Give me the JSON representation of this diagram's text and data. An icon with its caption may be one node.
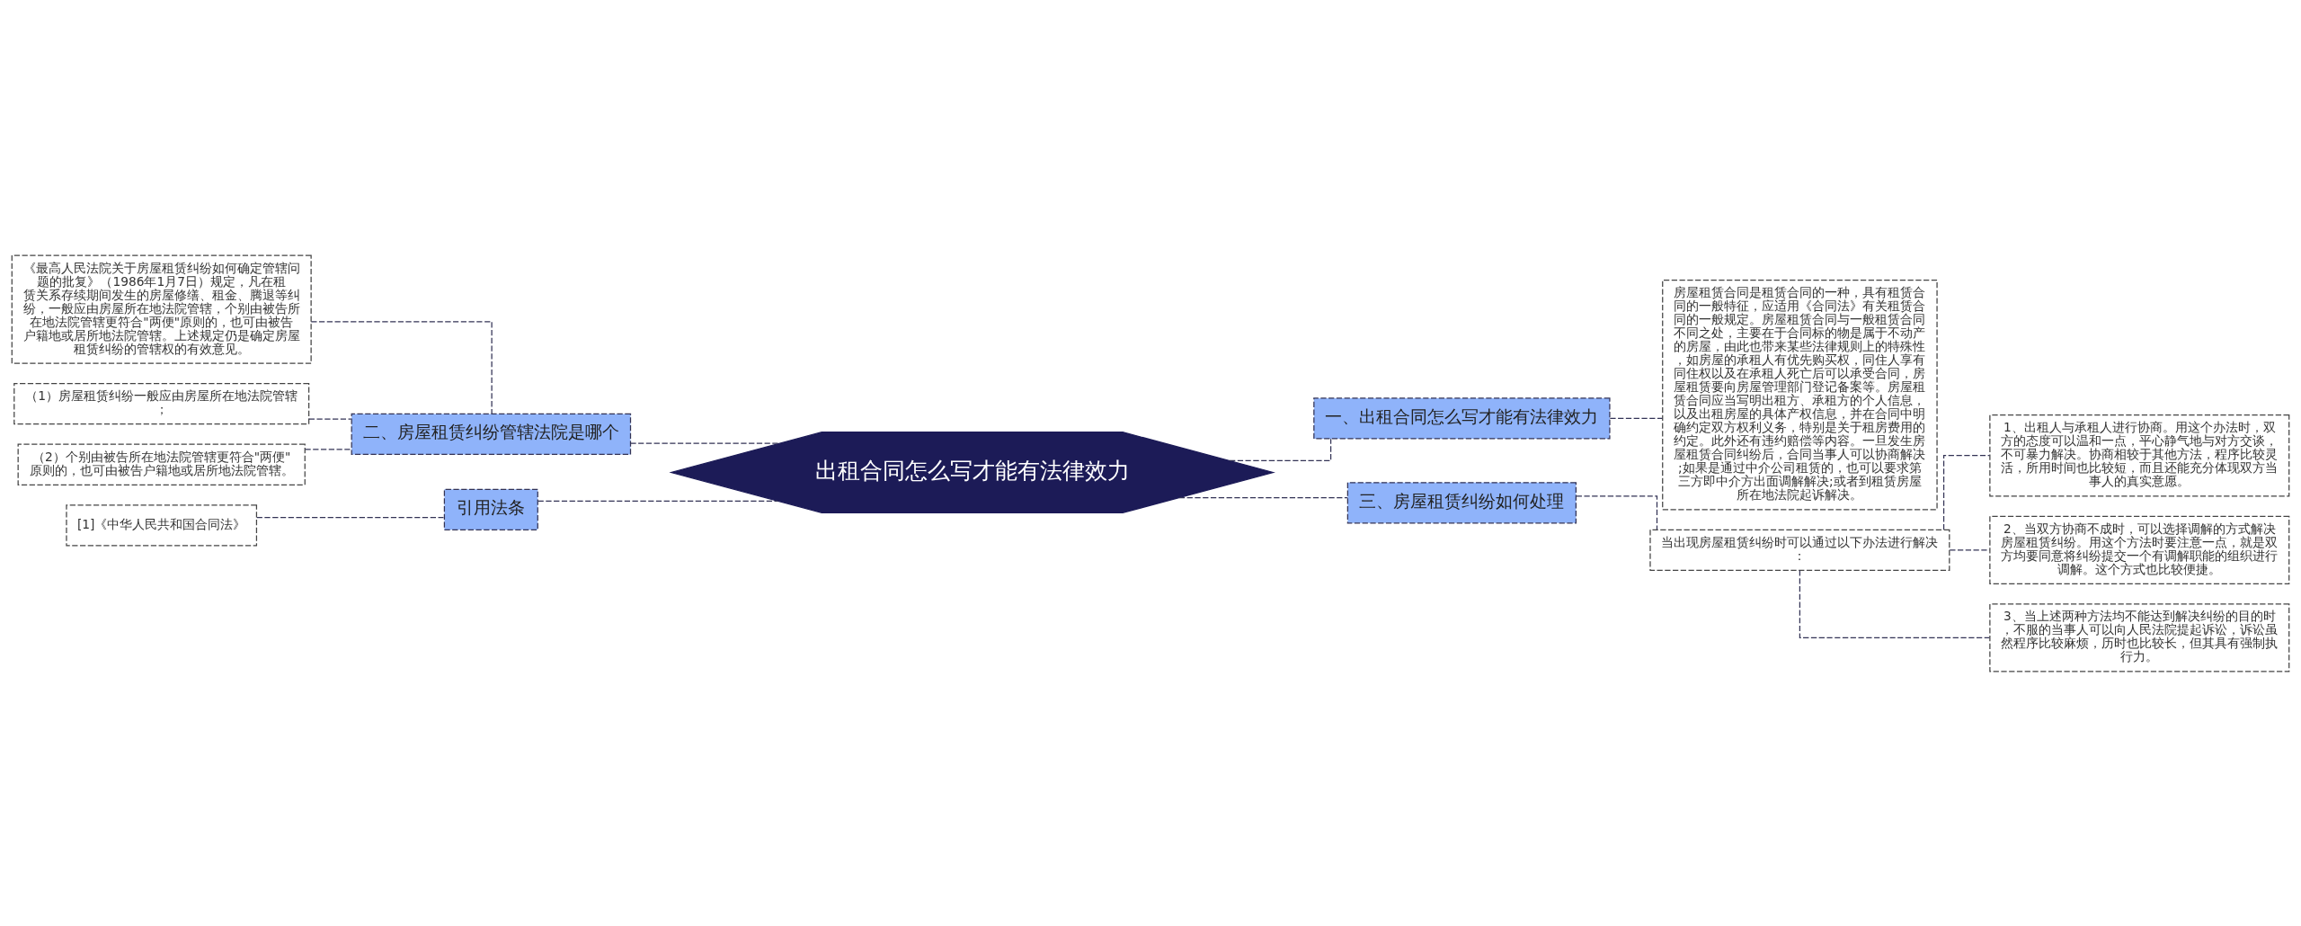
{
  "diagram": {
    "nodes": [
      {
        "text": [
          "出租合同怎么写才能有法律效力"
        ]
      },
      {
        "text": [
          "一、出租合同怎么写才能有法律效力"
        ]
      },
      {
        "text": [
          "房屋租赁合同是租赁合同的一种，具有租赁合同的一般特征，应适用《合同法》有关租赁合同的一般规定。房屋租赁合同与一般租赁合同不同之处，主要在于合同标的物是属于不动产的房屋，由此也带来某些法律规则上的特殊性，如房屋的承租人有优先购买权，同住人享有同住权以及在承租人死亡后可以承受合同，房屋租赁要向房屋管理部门登记备案等。房屋租赁合同应当写明出租方、承租方的个人信息，以及出租房屋的具体产权信息，并在合同中明确约定双方权利义务，特别是关于租房费用的约定。此外还有违约赔偿等内容。一旦发生房屋租赁合同纠纷后，合同当事人可以协商解决;如果是通过中介公司租赁的，也可以要求第三方即中介方出面调解解决;或者到租赁房屋所在地法院起诉解决。"
        ]
      },
      {
        "text": [
          "三、房屋租赁纠纷如何处理"
        ]
      },
      {
        "text": [
          "当出现房屋租赁纠纷时可以通过以下办法进行解决："
        ]
      },
      {
        "text": [
          "1、出租人与承租人进行协商。用这个办法时，双方的态度可以温和一点，平心静气地与对方交谈，不可暴力解决。协商相较于其他方法，程序比较灵活，所用时间也比较短，而且还能充分体现双方当事人的真实意愿。"
        ]
      },
      {
        "text": [
          "2、当双方协商不成时，可以选择调解的方式解决房屋租赁纠纷。用这个方法时要注意一点，就是双方均要同意将纠纷提交一个有调解职能的组织进行调解。这个方式也比较便捷。"
        ]
      },
      {
        "text": [
          "3、当上述两种方法均不能达到解决纠纷的目的时，不服的当事人可以向人民法院提起诉讼，诉讼虽然程序比较麻烦，历时也比较长，但其具有强制执行力。"
        ]
      },
      {
        "text": [
          "二、房屋租赁纠纷管辖法院是哪个"
        ]
      },
      {
        "text": [
          "《最高人民法院关于房屋租赁纠纷如何确定管辖问题的批复》（1986年1月7日）规定，凡在租赁关系存续期间发生的房屋修缮、租金、腾退等纠纷，一般应由房屋所在地法院管辖，个别由被告所在地法院管辖更符合\"两便\"原则的，也可由被告户籍地或居所地法院管辖。上述规定仍是确定房屋租赁纠纷的管辖权的有效意见。"
        ]
      },
      {
        "text": [
          "（1）房屋租赁纠纷一般应由房屋所在地法院管辖；"
        ]
      },
      {
        "text": [
          "（2）个别由被告所在地法院管辖更符合\"两便\"原则的，也可由被告户籍地或居所地法院管辖。"
        ]
      },
      {
        "text": [
          "引用法条"
        ]
      },
      {
        "text": [
          "[1]《中华人民共和国合同法》"
        ]
      }
    ],
    "edges": [
      {
        "from": 0,
        "to": 1,
        "arrow": "none",
        "style": "dashed"
      },
      {
        "from": 1,
        "to": 2,
        "arrow": "none",
        "style": "dashed"
      },
      {
        "from": 0,
        "to": 3,
        "arrow": "none",
        "style": "dashed"
      },
      {
        "from": 3,
        "to": 4,
        "arrow": "none",
        "style": "dashed"
      },
      {
        "from": 4,
        "to": 5,
        "arrow": "none",
        "style": "dashed"
      },
      {
        "from": 4,
        "to": 6,
        "arrow": "none",
        "style": "dashed"
      },
      {
        "from": 4,
        "to": 7,
        "arrow": "none",
        "style": "dashed"
      },
      {
        "from": 0,
        "to": 8,
        "arrow": "none",
        "style": "dashed"
      },
      {
        "from": 8,
        "to": 9,
        "arrow": "none",
        "style": "dashed"
      },
      {
        "from": 8,
        "to": 10,
        "arrow": "none",
        "style": "dashed"
      },
      {
        "from": 8,
        "to": 11,
        "arrow": "none",
        "style": "dashed"
      },
      {
        "from": 0,
        "to": 12,
        "arrow": "none",
        "style": "dashed"
      },
      {
        "from": 12,
        "to": 13,
        "arrow": "none",
        "style": "dashed"
      }
    ]
  }
}
